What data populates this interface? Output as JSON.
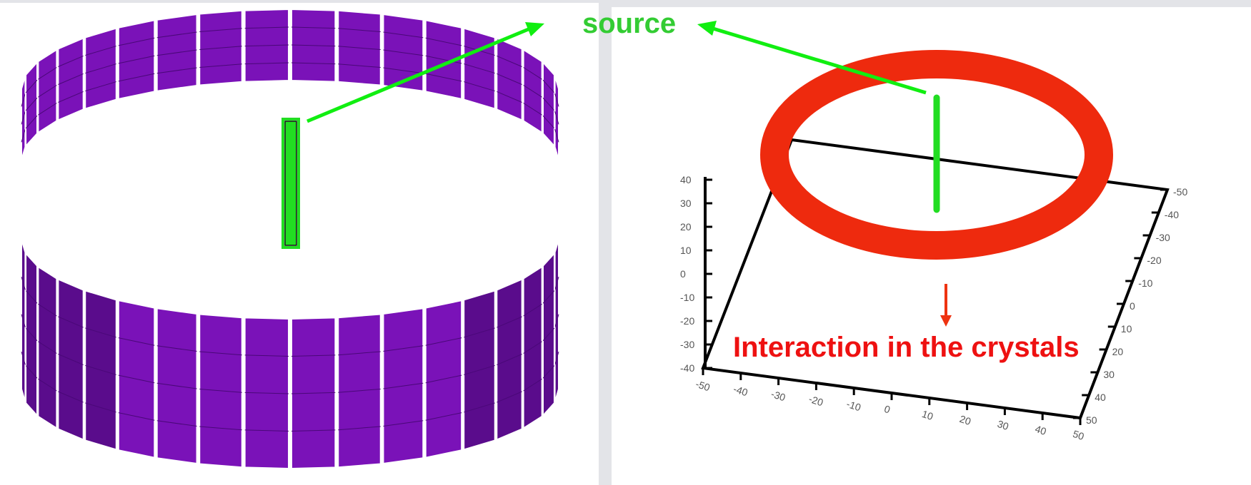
{
  "labels": {
    "source": "source",
    "interaction": "Interaction in the crystals"
  },
  "plot_ticks": {
    "x_axis": [
      "-50",
      "-40",
      "-30",
      "-20",
      "-10",
      "0",
      "10",
      "20",
      "30",
      "40",
      "50"
    ],
    "y_axis": [
      "-50",
      "-40",
      "-30",
      "-20",
      "-10",
      "0",
      "10",
      "20",
      "30",
      "40",
      "50"
    ],
    "z_axis": [
      "40",
      "30",
      "20",
      "10",
      "0",
      "-10",
      "-20",
      "-30",
      "-40"
    ]
  },
  "colors": {
    "crystal": "#7a12b8",
    "crystal_dark": "#5a0c8c",
    "source": "#22dd22",
    "arrow_source": "#11ee11",
    "interaction_ring": "#ee2a0e",
    "arrow_interaction": "#ee3311",
    "panel": "#ffffff",
    "background": "#e3e4e8"
  }
}
